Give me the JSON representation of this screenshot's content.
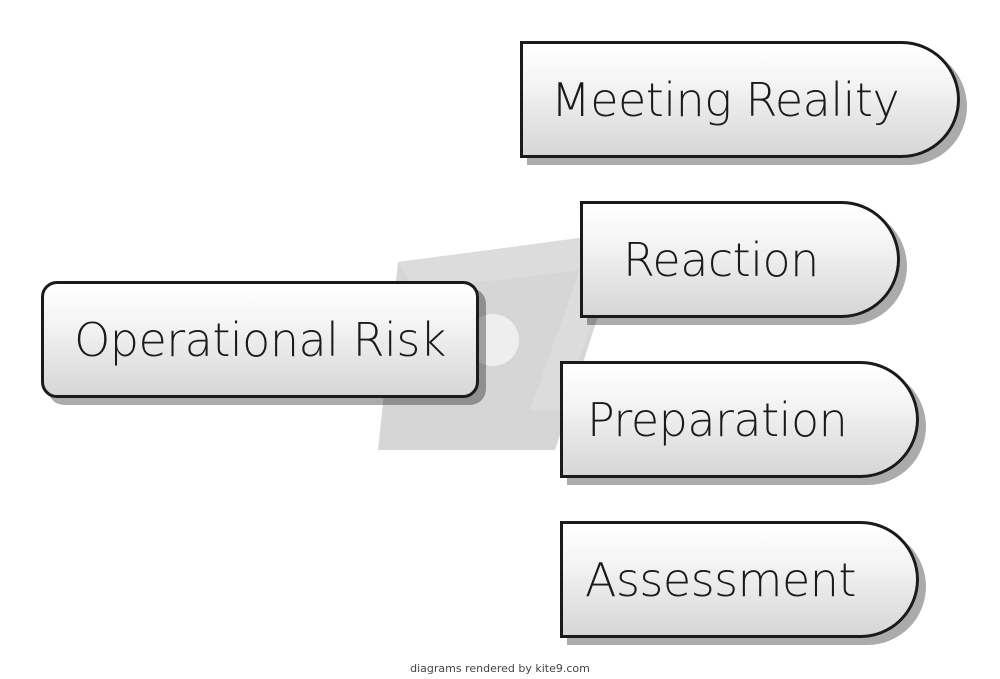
{
  "diagram": {
    "nodes": [
      {
        "id": "operational",
        "label": "Operational Risk",
        "shape": "rounded-rectangle"
      },
      {
        "id": "meeting",
        "label": "Meeting Reality",
        "shape": "half-pill"
      },
      {
        "id": "reaction",
        "label": "Reaction",
        "shape": "half-pill"
      },
      {
        "id": "preparation",
        "label": "Preparation",
        "shape": "half-pill"
      },
      {
        "id": "assessment",
        "label": "Assessment",
        "shape": "half-pill"
      }
    ]
  },
  "footer": {
    "text": "diagrams rendered by kite9.com"
  },
  "colors": {
    "node_border": "#1a1a1a",
    "node_fill_top": "#ffffff",
    "node_fill_bottom": "#d6d6d6",
    "watermark": "#cccccc"
  }
}
